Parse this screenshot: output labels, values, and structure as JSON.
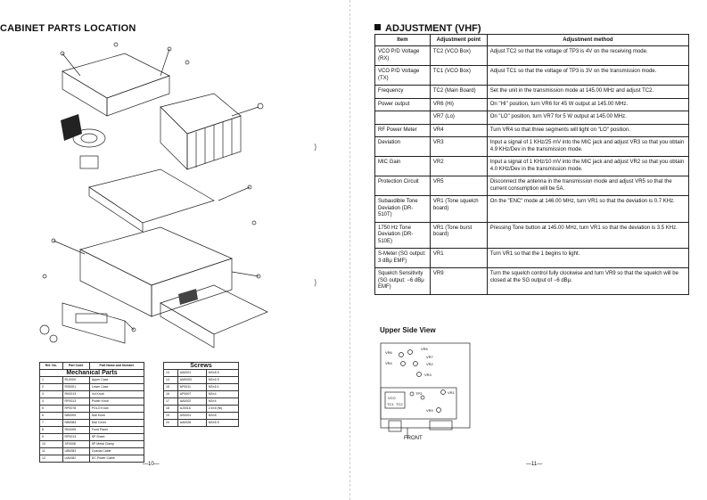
{
  "left": {
    "title": "CABINET PARTS LOCATION",
    "page_number": "—10—",
    "mechanical": {
      "title": "Mechanical Parts",
      "headers": [
        "Ref. No.",
        "Part Code",
        "Part Name and Number"
      ],
      "rows": [
        [
          "1",
          "RL0009",
          "Upper Case"
        ],
        [
          "2",
          "RS0001",
          "Lower Case"
        ],
        [
          "3",
          "RK0013",
          "Vol Knob"
        ],
        [
          "4",
          "RP0013",
          "Power Knob"
        ],
        [
          "5",
          "RP0078",
          "POLO Knob"
        ],
        [
          "6",
          "NB0009",
          "Dial Knob"
        ],
        [
          "7",
          "NB0084",
          "Dial Cover"
        ],
        [
          "8",
          "RK0005",
          "Front Panel"
        ],
        [
          "9",
          "RP0013",
          "SP Sheet"
        ],
        [
          "10",
          "SF0008",
          "SP Metal Clamp"
        ],
        [
          "11",
          "UB0083",
          "Coaxial Cable"
        ],
        [
          "12",
          "UA0082",
          "DC Power Cable"
        ]
      ]
    },
    "screws": {
      "title": "Screws",
      "rows": [
        [
          "13",
          "AA0001",
          "M3×8 S"
        ],
        [
          "14",
          "AM0003",
          "M3×6 S"
        ],
        [
          "15",
          "AP0011",
          "M3×6 4"
        ],
        [
          "16",
          "AP0007",
          "M3×4"
        ],
        [
          "17",
          "AA0002",
          "M3×4"
        ],
        [
          "18",
          "AJ0016",
          "2.6×6 (Ni)"
        ],
        [
          "19",
          "AS0001",
          "M3×8"
        ],
        [
          "20",
          "AA0026",
          "M3×6 S"
        ]
      ]
    }
  },
  "right": {
    "title": "ADJUSTMENT (VHF)",
    "page_number": "—11—",
    "headers": [
      "Item",
      "Adjustment point",
      "Adjustment method"
    ],
    "rows": [
      [
        "VCO P/D Voltage (RX)",
        "TC2 (VCO Box)",
        "Adjust TC2 so that the voltage of TP3 is 4V on the receiving mode."
      ],
      [
        "VCO P/D Voltage (TX)",
        "TC1 (VCO Box)",
        "Adjust TC1 so that the voltage of TP3 is 3V on the transmission mode."
      ],
      [
        "Frequency",
        "TC2 (Main Board)",
        "Set the unit in the transmission mode at 145.00 MHz and adjust TC2."
      ],
      [
        "Power output",
        "VR6 (Hi)",
        "On \"HI\" position, turn VR6 for 45 W output at 145.00 MHz."
      ],
      [
        "",
        "VR7 (Lo)",
        "On \"LO\" position, turn VR7 for 5 W output at 145.00 MHz."
      ],
      [
        "RF Power Meter",
        "VR4",
        "Turn VR4 so that three segments will light on \"LO\" position."
      ],
      [
        "Deviation",
        "VR3",
        "Input a signal of 1 KHz/25 mV into the MIC jack and adjust VR3 so that you obtain 4.9 KHz/Dev in the transmission mode."
      ],
      [
        "MIC Gain",
        "VR2",
        "Input a signal of 1 KHz/10 mV into the MIC jack and adjust VR2 so that you obtain 4.0 KHz/Dev in the transmission mode."
      ],
      [
        "Protection Circuit",
        "VR5",
        "Disconnect the antenna in the transmission mode and adjust VR5 so that the current consumption will be 5A."
      ],
      [
        "Subaudible Tone Deviation (DR-510T)",
        "VR1 (Tone squelch board)",
        "On the \"ENC\" mode at 146.00 MHz, turn VR1 so that the deviation is 0.7 KHz."
      ],
      [
        "1750 Hz Tone Deviation (DR-510E)",
        "VR1 (Tone burst board)",
        "Pressing Tone button at 145.00 MHz, turn VR1 so that the deviation is 3.5 KHz."
      ],
      [
        "S-Meter (SG output: 3 dBμ EMF)",
        "VR1",
        "Turn VR1 so that the 1 begins to light."
      ],
      [
        "Squelch Sensitivity (SG output: −6 dBμ EMF)",
        "VR9",
        "Turn the squelch control fully clockwise and turn VR9 so that the squelch will be closed at the SG output of −6 dBμ."
      ]
    ],
    "upper_side_view": {
      "title": "Upper Side View",
      "labels": [
        "VR6",
        "VR5",
        "VR4",
        "VR7",
        "VR2",
        "VR3",
        "VCO",
        "TC1",
        "TC2",
        "TP3",
        "VR1",
        "VR9"
      ],
      "front_label": "FRONT"
    }
  }
}
